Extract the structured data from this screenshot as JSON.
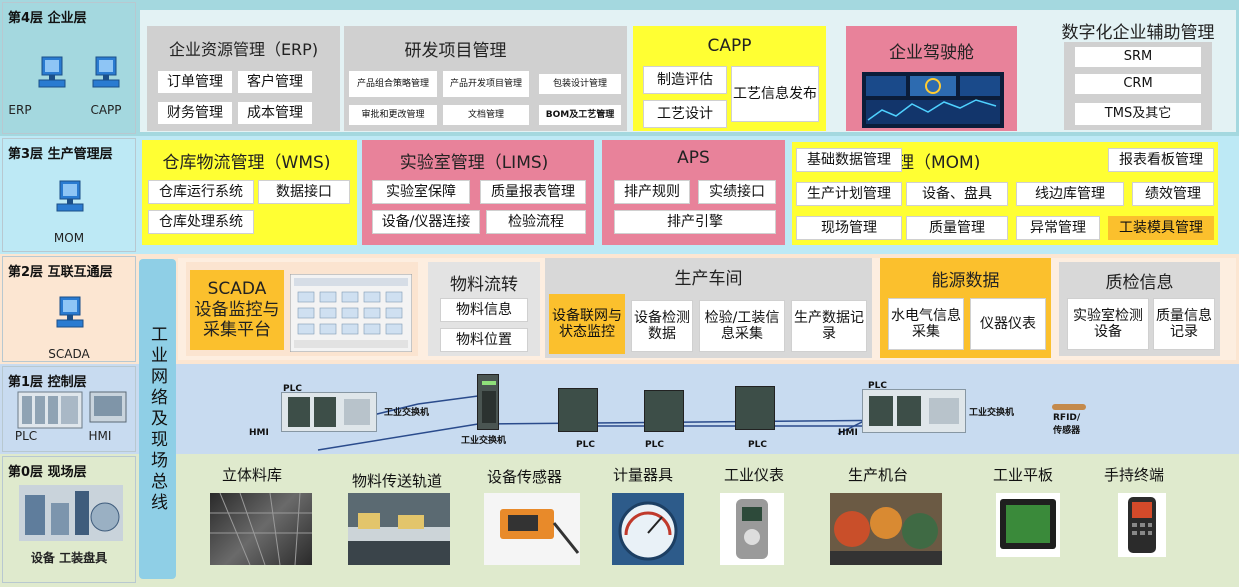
{
  "layers": {
    "l4": {
      "title": "第4层  企业层",
      "icons": [
        "ERP",
        "CAPP"
      ]
    },
    "l3": {
      "title": "第3层  生产管理层",
      "icons": [
        "MOM"
      ]
    },
    "l2": {
      "title": "第2层  互联互通层",
      "icons": [
        "SCADA"
      ]
    },
    "l1": {
      "title": "第1层  控制层",
      "icons": [
        "PLC",
        "HMI"
      ]
    },
    "l0": {
      "title": "第0层  现场层",
      "caption": "设备  工装盘具"
    }
  },
  "vertical_bus": "工业网络及现场总线",
  "l4": {
    "erp": {
      "title": "企业资源管理（ERP)",
      "cells": [
        "订单管理",
        "客户管理",
        "财务管理",
        "成本管理"
      ]
    },
    "rd": {
      "title": "研发项目管理",
      "cells": [
        "产品组合策略管理",
        "产品开发项目管理",
        "包装设计管理",
        "审批和更改管理",
        "文档管理",
        "BOM及工艺管理"
      ]
    },
    "capp": {
      "title": "CAPP",
      "cells": [
        "制造评估",
        "工艺信息发布",
        "工艺设计"
      ]
    },
    "cockpit": {
      "title": "企业驾驶舱"
    },
    "aux": {
      "title": "数字化企业辅助管理",
      "cells": [
        "SRM",
        "CRM",
        "TMS及其它"
      ]
    }
  },
  "l3": {
    "wms": {
      "title": "仓库物流管理（WMS)",
      "cells": [
        "仓库运行系统",
        "数据接口",
        "仓库处理系统"
      ]
    },
    "lims": {
      "title": "实验室管理（LIMS)",
      "cells": [
        "实验室保障",
        "质量报表管理",
        "设备/仪器连接",
        "检验流程"
      ]
    },
    "aps": {
      "title": "APS",
      "cells": [
        "排产规则",
        "实绩接口",
        "排产引擎"
      ]
    },
    "mom": {
      "title": "生产运营管理（MOM)",
      "cells": [
        "基础数据管理",
        "报表看板管理",
        "生产计划管理",
        "设备、盘具",
        "线边库管理",
        "绩效管理",
        "现场管理",
        "质量管理",
        "异常管理",
        "工装模具管理"
      ]
    }
  },
  "l2": {
    "scada": {
      "title": "SCADA\n设备监控与\n采集平台"
    },
    "material": {
      "title": "物料流转",
      "cells": [
        "物料信息",
        "物料位置"
      ]
    },
    "workshop": {
      "title": "生产车间",
      "cells": [
        "设备联网与状态监控",
        "设备检测数据",
        "检验/工装信息采集",
        "生产数据记录"
      ]
    },
    "energy": {
      "title": "能源数据",
      "cells": [
        "水电气信息采集",
        "仪器仪表"
      ]
    },
    "qc": {
      "title": "质检信息",
      "cells": [
        "实验室检测设备",
        "质量信息记录"
      ]
    }
  },
  "l1": {
    "labels": {
      "plc": "PLC",
      "hmi": "HMI",
      "switch": "工业交换机",
      "rfid": "RFID/\n传感器"
    }
  },
  "l0": {
    "items": [
      "立体料库",
      "物料传送轨道",
      "设备传感器",
      "计量器具",
      "工业仪表",
      "生产机台",
      "工业平板",
      "手持终端"
    ]
  },
  "colors": {
    "l4_band": "#9fd7de",
    "l3_band": "#b8e8f5",
    "l2_band": "#fbe4d0",
    "l1_band": "#c5d9f0",
    "l0_band": "#dce9cc",
    "yellow": "#ffff33",
    "pink": "#e8829a",
    "orange": "#fbc02d",
    "gray": "#cfcfcf",
    "bus": "#98d3e8"
  }
}
